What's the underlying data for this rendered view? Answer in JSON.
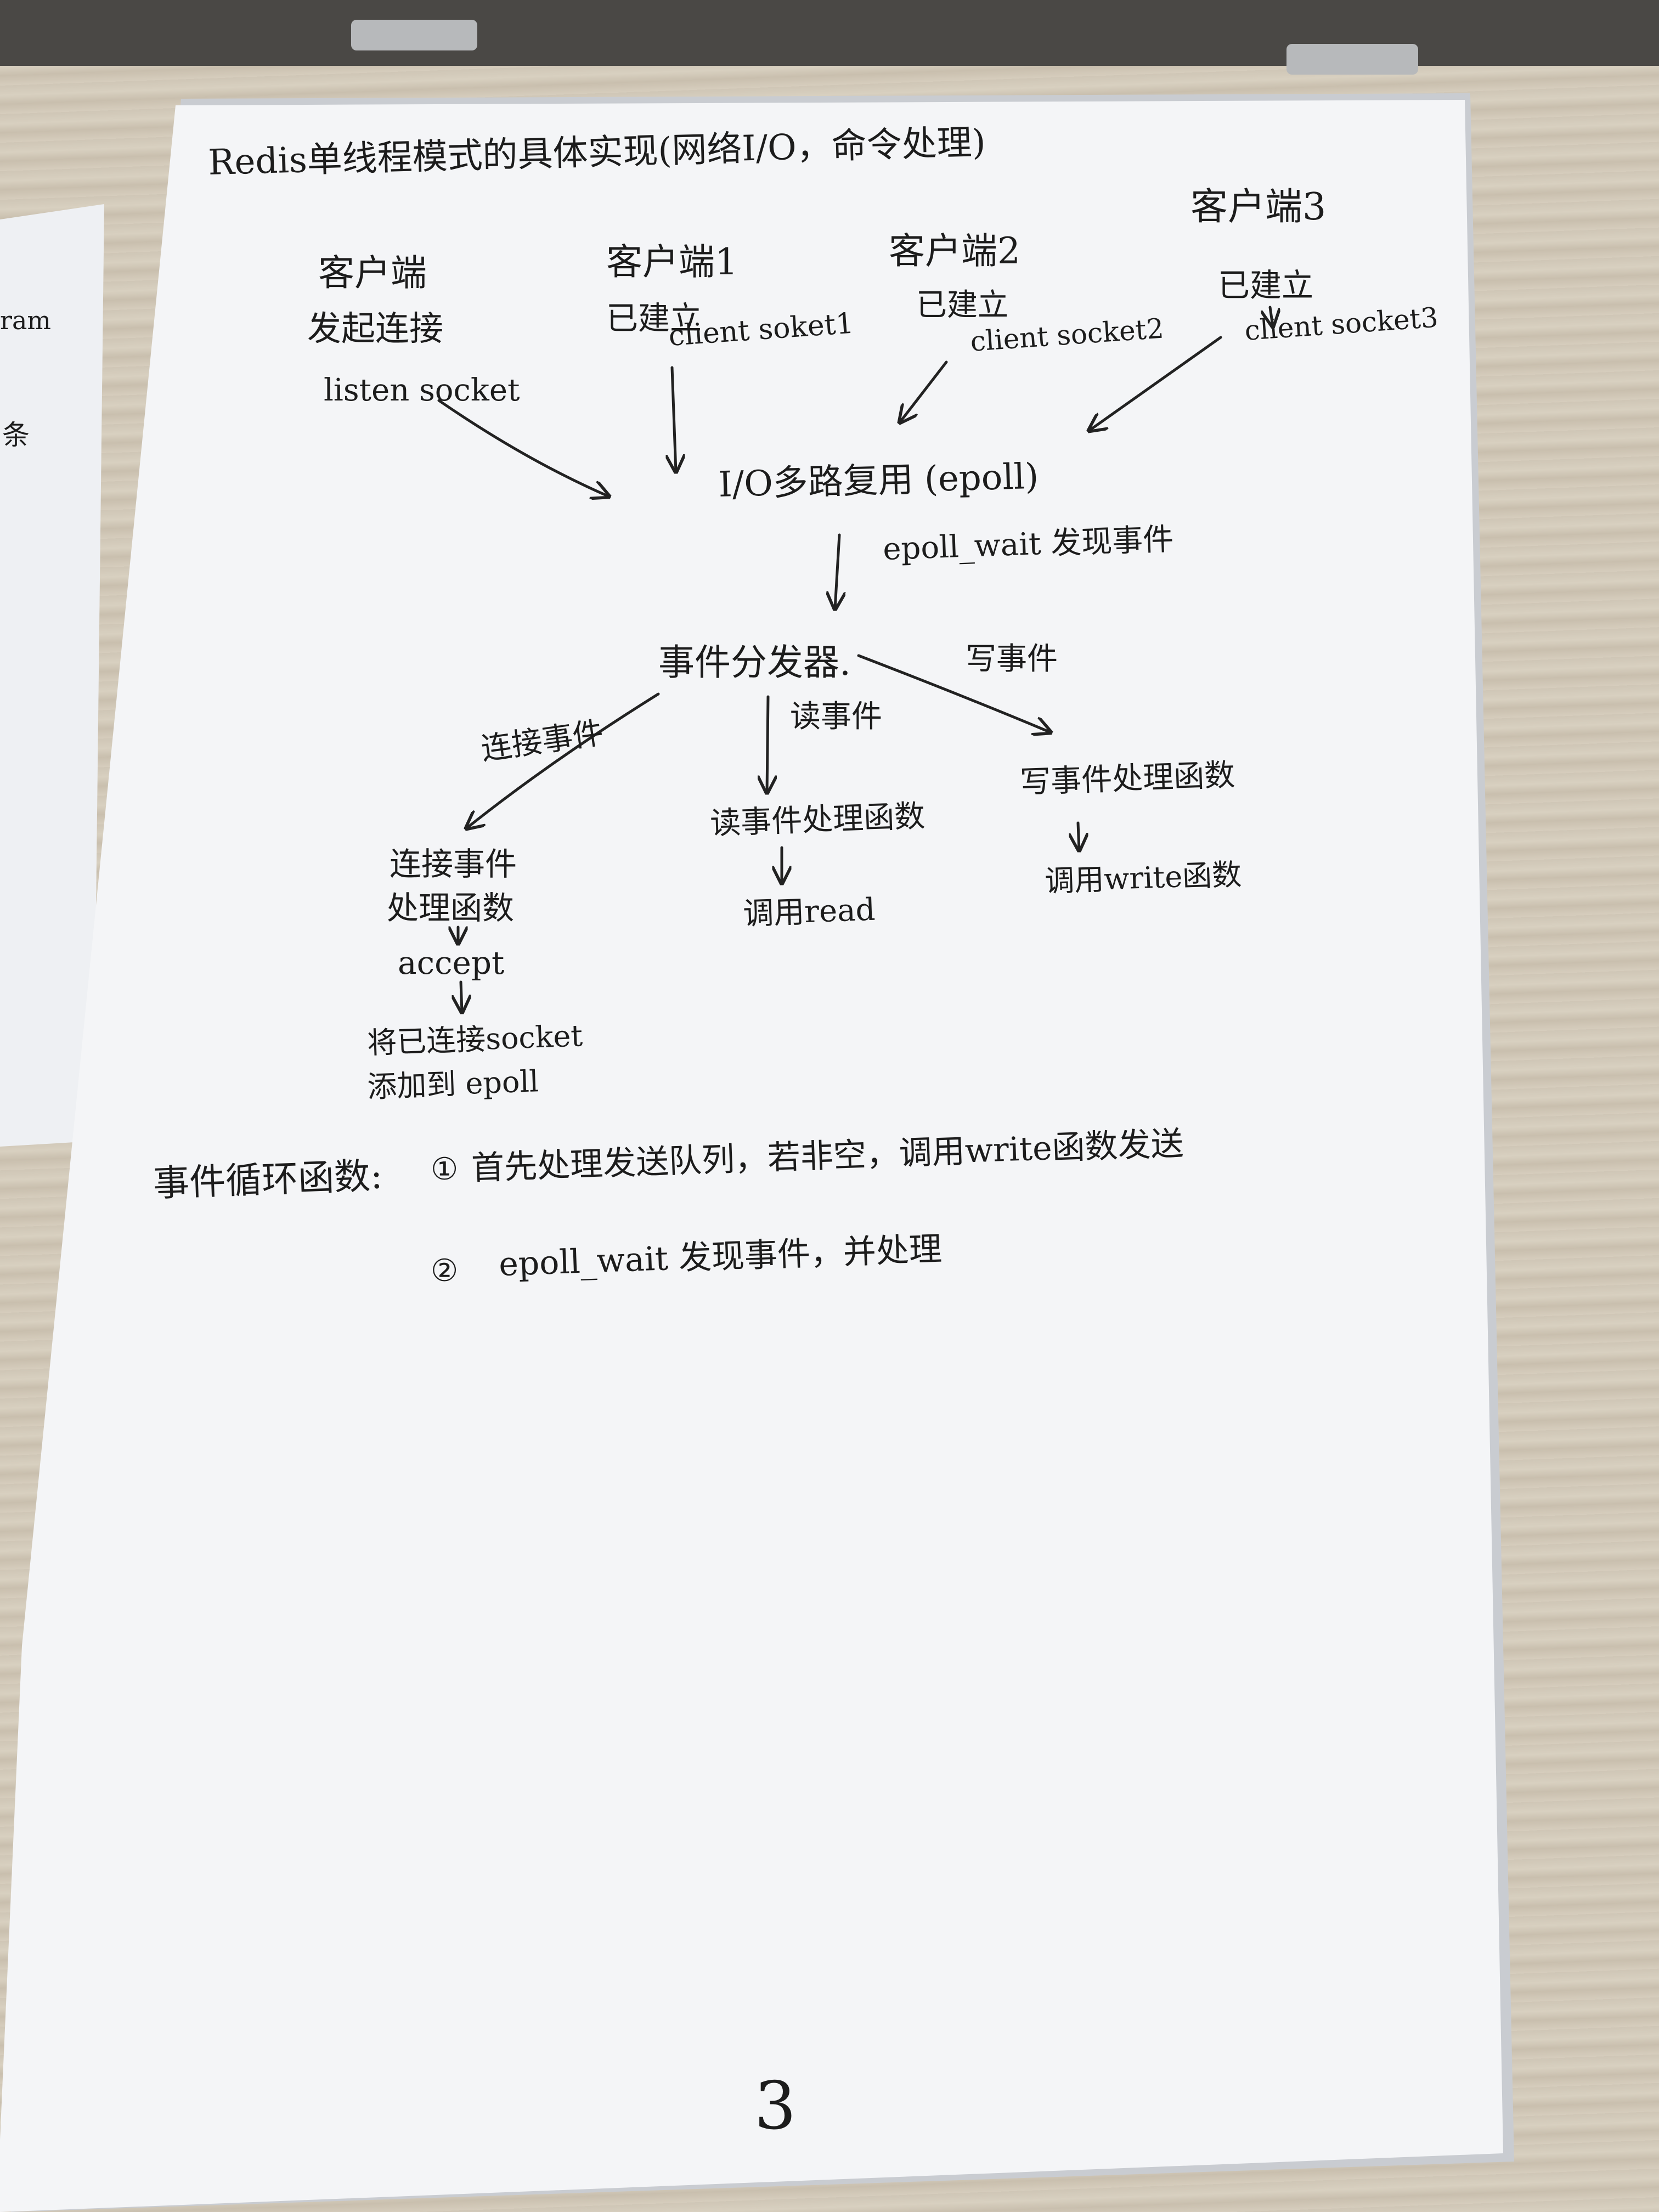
{
  "note": {
    "title": "Redis单线程模式的具体实现(网络I/O，命令处理)",
    "clients": [
      {
        "name": "客户端",
        "state": "发起连接",
        "socket": "listen socket"
      },
      {
        "name": "客户端1",
        "state": "已建立",
        "socket": "client soket1"
      },
      {
        "name": "客户端2",
        "state": "已建立",
        "socket": "client socket2"
      },
      {
        "name": "客户端3",
        "state": "已建立",
        "socket": "client socket3"
      }
    ],
    "io_multiplexer": "I/O多路复用 (epoll)",
    "epoll_wait_note": "epoll_wait 发现事件",
    "dispatcher": "事件分发器.",
    "edge_labels": {
      "connect": "连接事件",
      "read": "读事件",
      "write": "写事件"
    },
    "connect_handler": {
      "line1": "连接事件",
      "line2": "处理函数",
      "step": "accept",
      "result_line1": "将已连接socket",
      "result_line2": "添加到 epoll"
    },
    "read_handler": {
      "title": "读事件处理函数",
      "step": "调用read"
    },
    "write_handler": {
      "title": "写事件处理函数",
      "step": "调用write函数"
    },
    "event_loop": {
      "label": "事件循环函数:",
      "step1_marker": "①",
      "step1": "首先处理发送队列，若非空，调用write函数发送",
      "step2_marker": "②",
      "step2": "epoll_wait 发现事件，并处理"
    },
    "page_number": "3"
  },
  "left_sheet": {
    "fragment1": "ram",
    "fragment2": "条"
  },
  "colors": {
    "ink": "#1c1c1c",
    "paper": "#f4f5f7",
    "desk": "#d3cab9"
  }
}
